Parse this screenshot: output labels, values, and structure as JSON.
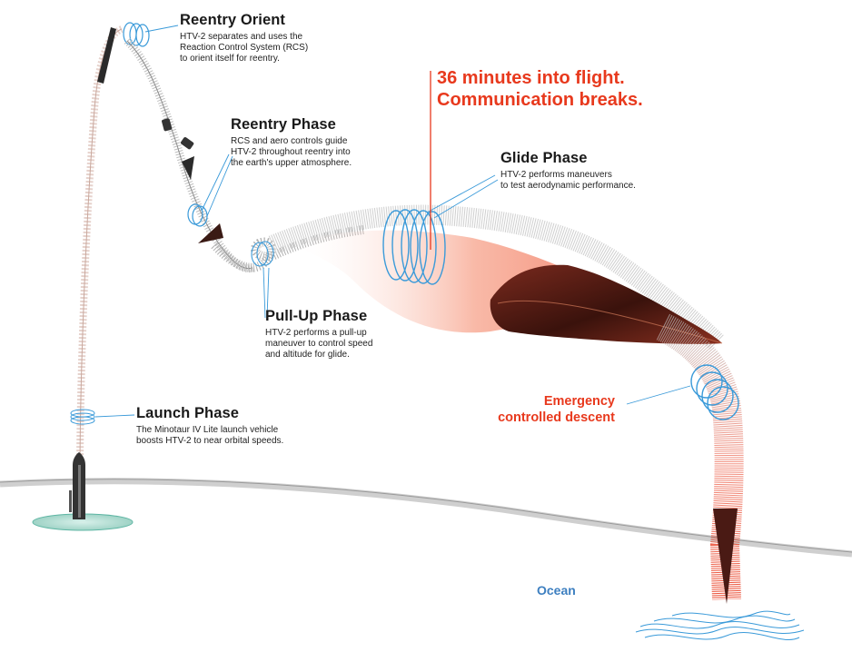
{
  "phases": {
    "reentry_orient": {
      "title": "Reentry Orient",
      "description": "HTV-2 separates and uses the\nReaction Control System (RCS)\nto orient itself for reentry."
    },
    "reentry_phase": {
      "title": "Reentry Phase",
      "description": "RCS and aero controls guide\nHTV-2 throughout reentry into\nthe earth's upper atmosphere."
    },
    "glide_phase": {
      "title": "Glide Phase",
      "description": "HTV-2 performs maneuvers\nto test aerodynamic performance."
    },
    "pull_up_phase": {
      "title": "Pull-Up Phase",
      "description": "HTV-2 performs a pull-up\nmaneuver to control speed\nand altitude for glide."
    },
    "launch_phase": {
      "title": "Launch Phase",
      "description": "The Minotaur IV Lite launch vehicle\nboosts HTV-2 to near orbital speeds."
    }
  },
  "callouts": {
    "communication_break": "36 minutes into flight.\nCommunication breaks.",
    "emergency_descent": "Emergency\ncontrolled descent",
    "ocean": "Ocean"
  },
  "colors": {
    "alert": "#e8391d",
    "ring": "#3a9ad9",
    "ocean": "#3d7fc0",
    "vehicle": "#4a1a14",
    "trail": "#9a9a9a"
  },
  "icons": {
    "launch_vehicle": "rocket-icon",
    "glider": "hypersonic-glider-icon"
  }
}
